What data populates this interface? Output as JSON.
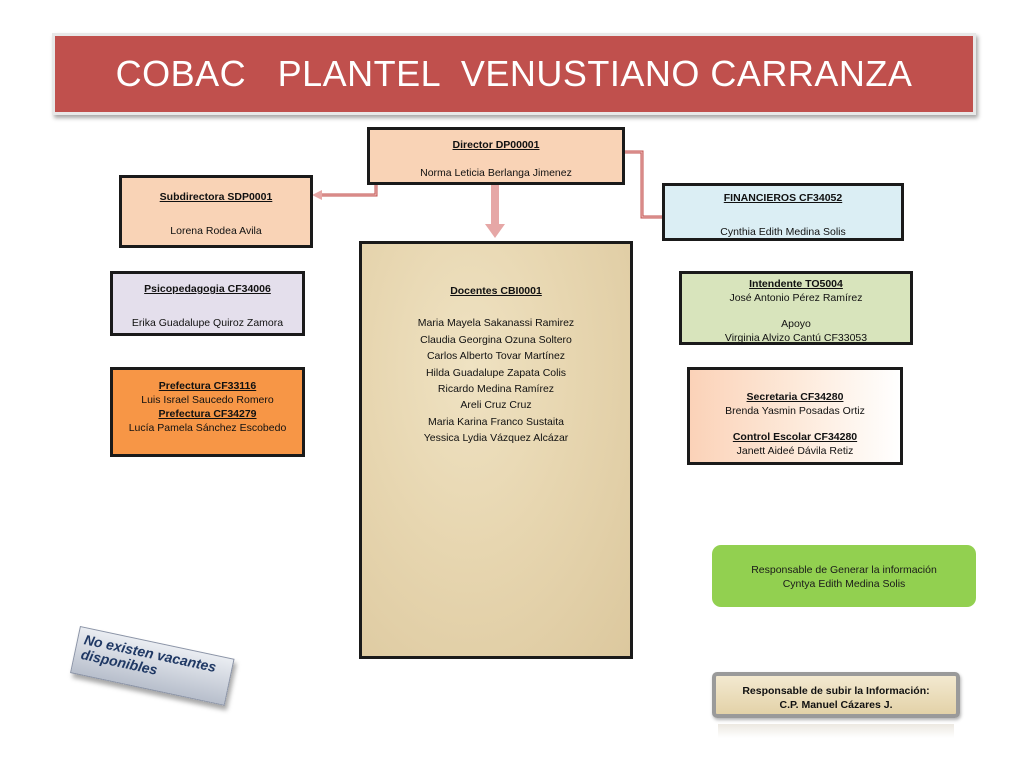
{
  "title": "COBAC   PLANTEL  VENUSTIANO CARRANZA",
  "director": {
    "heading": "Director  DP00001",
    "name": "Norma Leticia Berlanga Jimenez"
  },
  "subdirectora": {
    "heading": "Subdirectora    SDP0001",
    "name": "Lorena Rodea Avila"
  },
  "financieros": {
    "heading": "FINANCIEROS  CF34052",
    "name": "Cynthia Edith Medina Solis"
  },
  "psicopedagogia": {
    "heading": "Psicopedagogia  CF34006",
    "name": "Erika Guadalupe Quiroz Zamora"
  },
  "intendente": {
    "heading": "Intendente      TO5004",
    "name": "José Antonio Pérez Ramírez",
    "apoyo_label": "Apoyo",
    "apoyo_name": "Virginia Alvizo Cantú CF33053"
  },
  "prefectura": {
    "heading1": "Prefectura  CF33116",
    "name1": "Luis Israel Saucedo Romero",
    "heading2": "Prefectura  CF34279",
    "name2": "Lucía Pamela Sánchez Escobedo"
  },
  "secretaria": {
    "heading1": "Secretaria  CF34280",
    "name1": "Brenda Yasmin Posadas Ortiz",
    "heading2": "Control Escolar  CF34280",
    "name2": "Janett Aideé Dávila Retiz"
  },
  "docentes": {
    "heading": "Docentes CBI0001",
    "members": [
      "Maria Mayela Sakanassi Ramirez",
      "Claudia Georgina Ozuna  Soltero",
      "Carlos Alberto Tovar Martínez",
      "Hilda Guadalupe Zapata Colis",
      "Ricardo Medina Ramírez",
      "Areli Cruz Cruz",
      "Maria Karina Franco Sustaita",
      "Yessica  Lydia Vázquez Alcázar"
    ]
  },
  "responsable_generar": {
    "line1": "Responsable de Generar la información",
    "line2": "Cyntya Edith Medina Solis"
  },
  "responsable_subir": {
    "line1": "Responsable de subir la Información:",
    "line2": "C.P. Manuel Cázares J."
  },
  "vacantes_note": "No existen vacantes disponibles",
  "colors": {
    "title_bar": "#c0504d",
    "connector": "#c0504d",
    "arrow_down": "#e6a7a6"
  }
}
